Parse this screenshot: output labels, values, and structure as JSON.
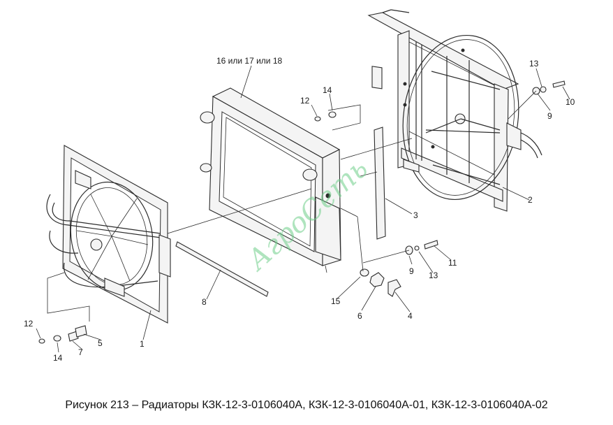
{
  "figure": {
    "caption": "Рисунок 213 – Радиаторы КЗК-12-3-0106040А, КЗК-12-3-0106040А-01, КЗК-12-3-0106040А-02",
    "watermark": "АгроСеть",
    "callouts": {
      "c1": "1",
      "c2": "2",
      "c3": "3",
      "c4": "4",
      "c5": "5",
      "c6": "6",
      "c7": "7",
      "c8": "8",
      "c9a": "9",
      "c9b": "9",
      "c10": "10",
      "c11": "11",
      "c12a": "12",
      "c12b": "12",
      "c13a": "13",
      "c13b": "13",
      "c14a": "14",
      "c14b": "14",
      "c15": "15",
      "c16": "16 или 17 или 18"
    }
  }
}
